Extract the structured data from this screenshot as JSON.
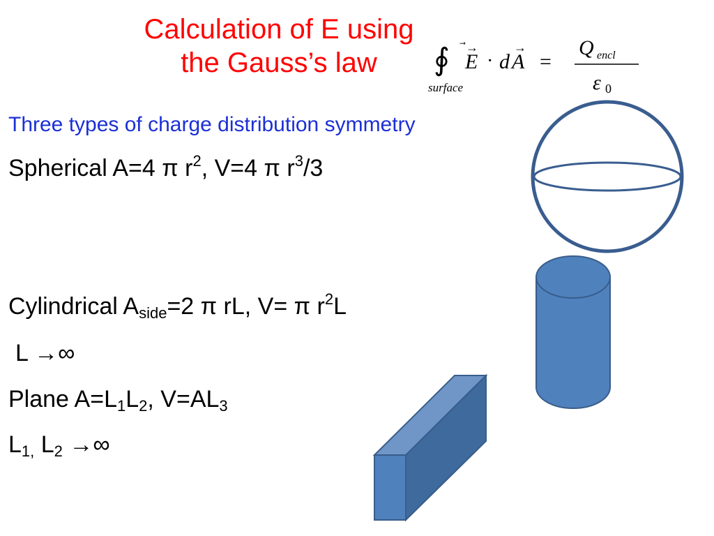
{
  "title": {
    "line1": "Calculation of E using",
    "line2": "the Gauss’s law"
  },
  "formula": {
    "integral": "∮",
    "lhs_e": "E",
    "dot": "·",
    "lhs_d": "d",
    "lhs_a": "A",
    "equals": "=",
    "numerator": "Q",
    "numerator_sub": "encl",
    "denominator": "ε",
    "denominator_sub": "0",
    "integral_sub": "surface"
  },
  "subheading": "Three types of charge distribution  symmetry",
  "spherical": {
    "text1": "Spherical  A=4 π r",
    "sup1": "2",
    "text2": ", V=4 π r",
    "sup2": "3",
    "text3": "/3"
  },
  "cylindrical": {
    "text1": "Cylindrical   A",
    "sub1": "side",
    "text2": "=2 π rL, V= π r",
    "sup1": "2",
    "text3": "L"
  },
  "cylinder_limit": "L →∞",
  "plane": {
    "text1": "Plane A=L",
    "sub1": "1",
    "text2": "L",
    "sub2": "2",
    "text3": ", V=AL",
    "sub3": "3"
  },
  "plane_limit": {
    "text1": "L",
    "sub1": "1,",
    "text2": " L",
    "sub2": "2",
    "text3": " →∞"
  },
  "colors": {
    "title": "#ff0000",
    "subheading": "#1b2fd6",
    "shape_fill": "#4f81bd",
    "shape_stroke": "#385d8a",
    "sphere_stroke": "#3a5d8f"
  }
}
